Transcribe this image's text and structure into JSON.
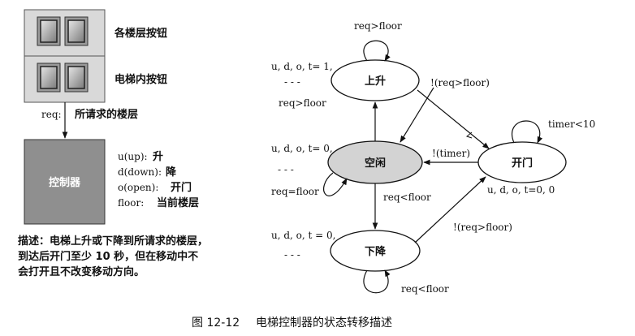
{
  "left": {
    "floor_buttons_label": "各楼层按钮",
    "car_buttons_label": "电梯内按钮",
    "req_key": "req:",
    "req_desc": "所请求的楼层",
    "controller_label": "控制器",
    "signals": [
      {
        "key": "u(up):",
        "desc": "升"
      },
      {
        "key": "d(down):",
        "desc": "降"
      },
      {
        "key": "o(open):",
        "desc": "开门"
      },
      {
        "key": "floor:",
        "desc": "当前楼层"
      }
    ],
    "description_lines": [
      "描述：电梯上升或下降到所请求的楼层，",
      "到达后开门至少 10 秒，但在移动中不",
      "会打开且不改变移动方向。"
    ]
  },
  "states": {
    "up": "上升",
    "idle": "空闲",
    "down": "下降",
    "open": "开门"
  },
  "annotations": {
    "up_self_loop": "req>floor",
    "up_outputs": "u, d, o, t= 1,",
    "up_dashes": "- - -",
    "up_cond": "req>floor",
    "idle_outputs": "u, d, o, t= 0,",
    "idle_dashes": "- - -",
    "idle_self_loop": "req=floor",
    "idle_to_down": "req<floor",
    "down_outputs": "u, d, o, t = 0,",
    "down_dashes": "- - -",
    "down_self_loop": "req<floor",
    "up_to_open": "!(req>floor)",
    "open_to_idle": "!(timer)",
    "down_to_open": "!(req>floor)",
    "open_self_loop": "timer<10",
    "open_outputs": "u, d, o, t=0, 0"
  },
  "caption": {
    "number": "图 12-12",
    "title": "电梯控制器的状态转移描述"
  }
}
